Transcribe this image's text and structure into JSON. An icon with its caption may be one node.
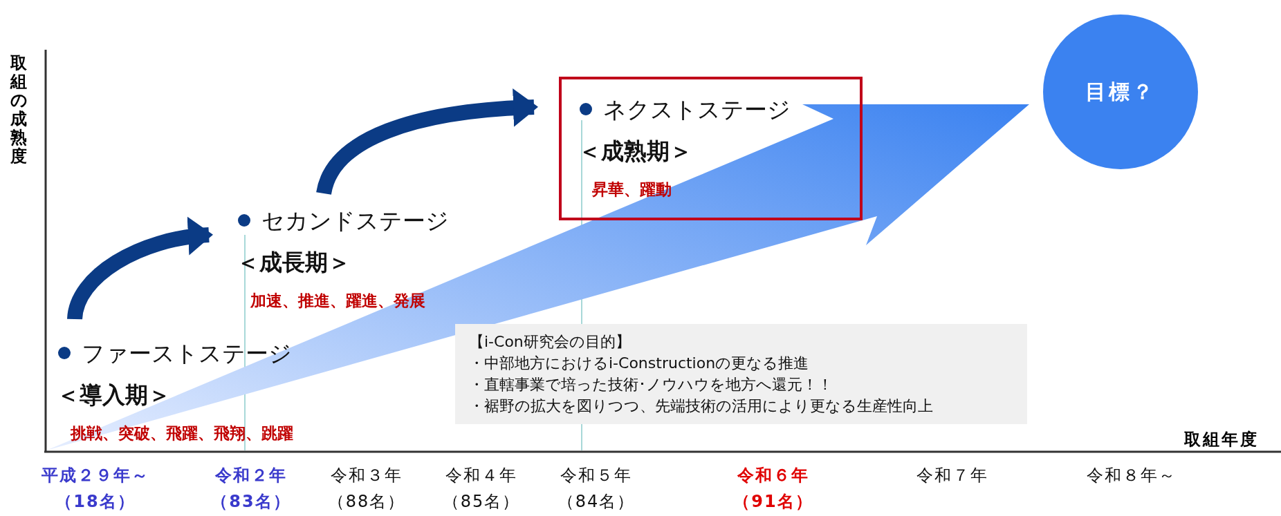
{
  "diagram": {
    "nodes": [
      {
        "text": [
          "ファーストステージ",
          "＜導入期＞",
          "挑戦、突破、飛躍、飛翔、跳躍"
        ]
      },
      {
        "text": [
          "セカンドステージ",
          "＜成長期＞",
          "加速、推進、躍進、発展"
        ]
      },
      {
        "text": [
          "ネクストステージ",
          "＜成熟期＞",
          "昇華、躍動"
        ]
      },
      {
        "text": [
          "目標？"
        ]
      },
      {
        "text": [
          "【i-Con研究会の目的】",
          "・中部地方におけるi-Constructionの更なる推進",
          "・直轄事業で培った技術･ノウハウを地方へ還元！！",
          "・裾野の拡大を図りつつ、先端技術の活用により更なる生産性向上"
        ]
      }
    ],
    "edges": [
      {
        "from": 0,
        "to": 1,
        "arrow": "to"
      },
      {
        "from": 1,
        "to": 2,
        "arrow": "to"
      },
      {
        "from": null,
        "to": 3,
        "arrow": "to",
        "color": "#3b82f0"
      }
    ],
    "labels": [
      "取組の成熟度",
      "取組年度",
      "平成２９年～",
      "令和２年",
      "令和３年",
      "令和４年",
      "令和５年",
      "令和６年",
      "令和７年",
      "令和８年～",
      "（18名）",
      "（83名）",
      "（88名）",
      "（85名）",
      "（84名）",
      "（91名）"
    ]
  }
}
